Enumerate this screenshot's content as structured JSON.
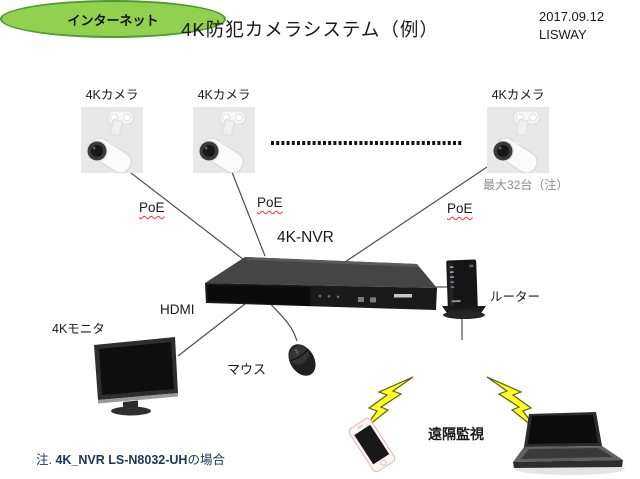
{
  "header": {
    "title": "4K防犯カメラシステム（例）",
    "date": "2017.09.12",
    "company": "LISWAY"
  },
  "cameras": [
    {
      "label": "4Kカメラ"
    },
    {
      "label": "4Kカメラ"
    },
    {
      "label": "4Kカメラ"
    }
  ],
  "notes": {
    "max_units": "最大32台（注）",
    "footnote_prefix": "注. ",
    "footnote_model": "4K_NVR LS-N8032-UH",
    "footnote_suffix": "の場合"
  },
  "connections": {
    "poe": [
      "PoE",
      "PoE",
      "PoE"
    ],
    "hdmi": "HDMI"
  },
  "devices": {
    "nvr_label": "4K-NVR",
    "router_label": "ルーター",
    "monitor_label": "4Kモニタ",
    "mouse_label": "マウス"
  },
  "internet": {
    "label": "インターネット",
    "remote_label": "遠隔監視"
  },
  "colors": {
    "internet_fill": "#92d050",
    "internet_border": "#4e9b2e",
    "lightning_fill": "#ffff2b",
    "lightning_outline": "#606000",
    "max_note_gray": "#8c8c8c",
    "footnote_navy": "#17365d",
    "poe_underline_red": "#ff2a2a",
    "camera_bg": "#e8e8e8"
  }
}
